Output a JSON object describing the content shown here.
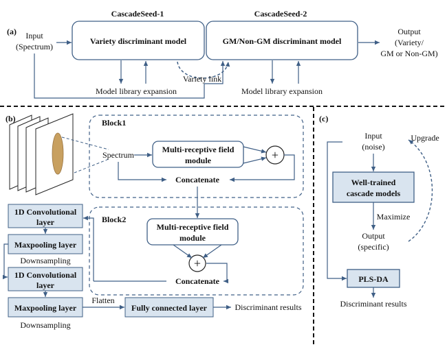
{
  "colors": {
    "stroke": "#3f5f86",
    "box_fill": "#ffffff",
    "shaded_fill": "#d9e4ef",
    "divider": "#111111",
    "text": "#111111",
    "seed": "#c8a060"
  },
  "panel_a": {
    "label": "(a)",
    "input_line1": "Input",
    "input_line2": "(Spectrum)",
    "stage1_title": "CascadeSeed-1",
    "stage2_title": "CascadeSeed-2",
    "model1": "Variety discriminant model",
    "model2": "GM/Non-GM discriminant model",
    "output_line1": "Output",
    "output_line2": "(Variety/",
    "output_line3": "GM or Non-GM)",
    "library1": "Model library expansion",
    "library2": "Model library expansion",
    "link": "Variety link"
  },
  "panel_b": {
    "label": "(b)",
    "block1": "Block1",
    "block2": "Block2",
    "spectrum": "Spectrum",
    "mrf1_line1": "Multi-receptive field",
    "mrf1_line2": "module",
    "mrf2_line1": "Multi-receptive field",
    "mrf2_line2": "module",
    "plus": "+",
    "concat1": "Concatenate",
    "concat2": "Concatenate",
    "conv1_line1": "1D Convolutional",
    "conv1_line2": "layer",
    "pool1": "Maxpooling layer",
    "down1": "Downsampling",
    "conv2_line1": "1D Convolutional",
    "conv2_line2": "layer",
    "pool2": "Maxpooling layer",
    "down2": "Downsampling",
    "flatten": "Flatten",
    "fc": "Fully connected layer",
    "results": "Discriminant results"
  },
  "panel_c": {
    "label": "(c)",
    "input_line1": "Input",
    "input_line2": "(noise)",
    "upgrade": "Upgrade",
    "model_line1": "Well-trained",
    "model_line2": "cascade models",
    "maximize": "Maximize",
    "output_line1": "Output",
    "output_line2": "(specific)",
    "plsda": "PLS-DA",
    "results": "Discriminant results"
  }
}
